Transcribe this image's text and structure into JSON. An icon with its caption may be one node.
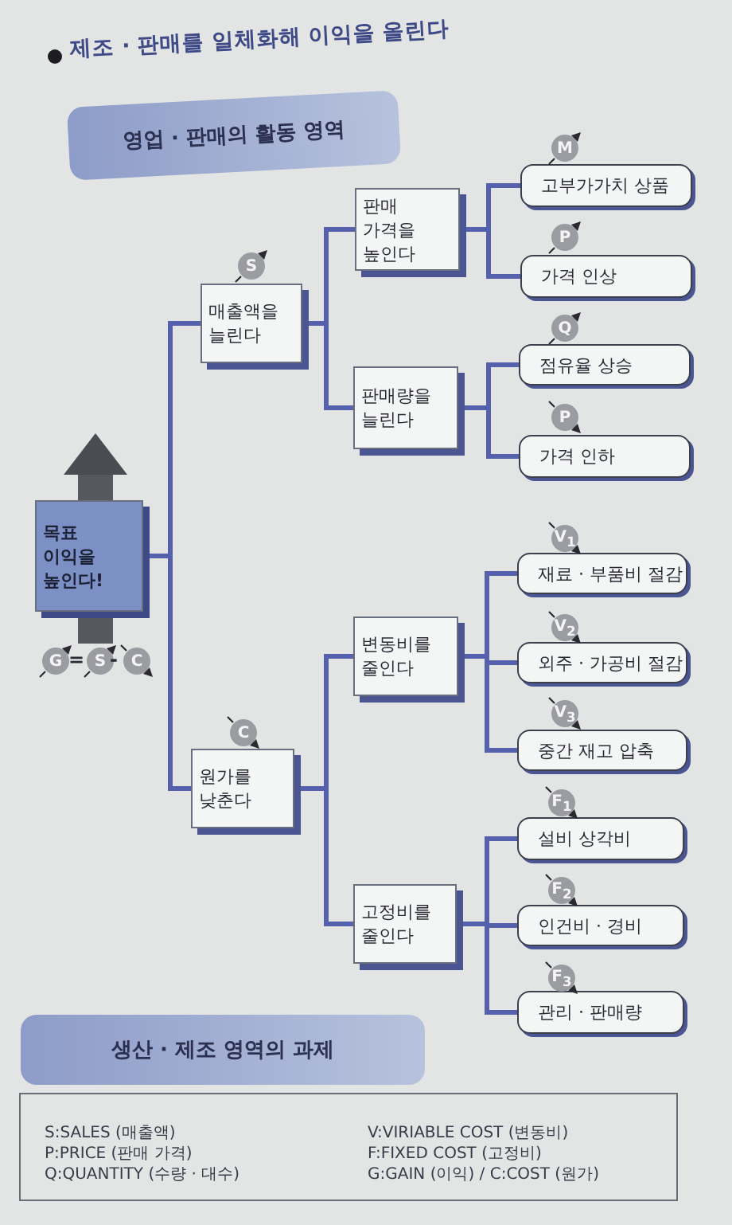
{
  "diagram": {
    "title": "제조 · 판매를 일체화해 이익을 올린다",
    "nodes": [
      {
        "text": [
          "영업 · 판매의 활동 영역"
        ]
      },
      {
        "text": [
          "목표 이익을 높인다!"
        ]
      },
      {
        "text": [
          "매출액을 늘린다"
        ],
        "beside": [
          "S"
        ]
      },
      {
        "text": [
          "판매 가격을 높인다"
        ]
      },
      {
        "text": [
          "고부가가치 상품"
        ],
        "beside": [
          "M"
        ]
      },
      {
        "text": [
          "가격 인상"
        ],
        "beside": [
          "P"
        ]
      },
      {
        "text": [
          "판매량을 늘린다"
        ]
      },
      {
        "text": [
          "점유율 상승"
        ],
        "beside": [
          "Q"
        ]
      },
      {
        "text": [
          "가격 인하"
        ],
        "beside": [
          "P"
        ]
      },
      {
        "text": [
          "원가를 낮춘다"
        ],
        "beside": [
          "C"
        ]
      },
      {
        "text": [
          "변동비를 줄인다"
        ]
      },
      {
        "text": [
          "재료 · 부품비 절감"
        ],
        "beside": [
          "V$_{1}$"
        ]
      },
      {
        "text": [
          "외주 · 가공비 절감"
        ],
        "beside": [
          "V$_{2}$"
        ]
      },
      {
        "text": [
          "중간 재고 압축"
        ],
        "beside": [
          "V$_{3}$"
        ]
      },
      {
        "text": [
          "고정비를 줄인다"
        ]
      },
      {
        "text": [
          "설비 상각비"
        ],
        "beside": [
          "F$_{1}$"
        ]
      },
      {
        "text": [
          "인건비 · 경비"
        ],
        "beside": [
          "F$_{2}$"
        ]
      },
      {
        "text": [
          "관리 · 판매량"
        ],
        "beside": [
          "F$_{3}$"
        ]
      },
      {
        "text": [
          "생산 · 제조 영역의 과제"
        ]
      }
    ],
    "edges": [
      {
        "from": 1,
        "to": 2,
        "arrow": "none"
      },
      {
        "from": 1,
        "to": 9,
        "arrow": "none"
      },
      {
        "from": 2,
        "to": 3,
        "arrow": "none"
      },
      {
        "from": 2,
        "to": 6,
        "arrow": "none"
      },
      {
        "from": 3,
        "to": 4,
        "arrow": "none"
      },
      {
        "from": 3,
        "to": 5,
        "arrow": "none"
      },
      {
        "from": 6,
        "to": 7,
        "arrow": "none"
      },
      {
        "from": 6,
        "to": 8,
        "arrow": "none"
      },
      {
        "from": 9,
        "to": 10,
        "arrow": "none"
      },
      {
        "from": 9,
        "to": 14,
        "arrow": "none"
      },
      {
        "from": 10,
        "to": 11,
        "arrow": "none"
      },
      {
        "from": 10,
        "to": 12,
        "arrow": "none"
      },
      {
        "from": 10,
        "to": 13,
        "arrow": "none"
      },
      {
        "from": 14,
        "to": 15,
        "arrow": "none"
      },
      {
        "from": 14,
        "to": 16,
        "arrow": "none"
      },
      {
        "from": 14,
        "to": 17,
        "arrow": "none"
      }
    ],
    "labels": [
      "G",
      "=",
      "S",
      "-",
      "C",
      "S:SALES (매출액)",
      "V:VIRIABLE COST (변동비)",
      "P:PRICE (판매 가격)",
      "F:FIXED COST (고정비)",
      "Q:QUANTITY (수량 · 대수)",
      "G:GAIN (이익) / C:COST (원가)"
    ]
  }
}
